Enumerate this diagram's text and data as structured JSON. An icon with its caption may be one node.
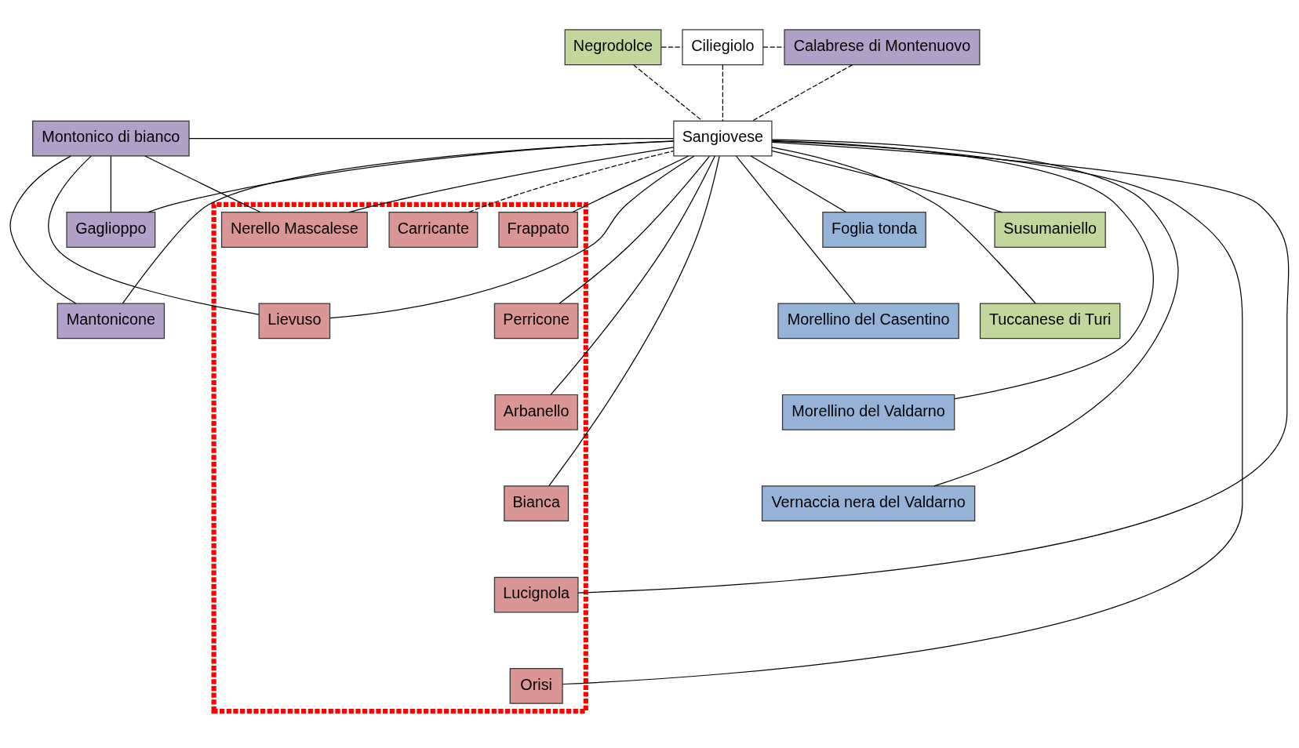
{
  "diagram": {
    "nodes": [
      {
        "text": [
          "Negrodolce"
        ]
      },
      {
        "text": [
          "Ciliegiolo"
        ]
      },
      {
        "text": [
          "Calabrese di Montenuovo"
        ]
      },
      {
        "text": [],
        "shape": "box"
      },
      {
        "text": [
          "Carricante"
        ],
        "in": 3
      },
      {
        "text": [
          "Montonico di bianco"
        ]
      },
      {
        "text": [
          "Sangiovese"
        ]
      },
      {
        "text": [
          "Gaglioppo"
        ]
      },
      {
        "text": [
          "Nerello Mascalese"
        ],
        "in": 3
      },
      {
        "text": [
          "Frappato"
        ],
        "in": 3
      },
      {
        "text": [
          "Susumaniello"
        ]
      },
      {
        "text": [
          "Foglia tonda"
        ]
      },
      {
        "text": [
          "Mantonicone"
        ]
      },
      {
        "text": [
          "Lievuso"
        ],
        "in": 3
      },
      {
        "text": [
          "Perricone"
        ],
        "in": 3
      },
      {
        "text": [
          "Tuccanese di Turi"
        ]
      },
      {
        "text": [
          "Morellino del Casentino"
        ]
      },
      {
        "text": [
          "Arbanello"
        ],
        "in": 3
      },
      {
        "text": [
          "Morellino del Valdarno"
        ]
      },
      {
        "text": [
          "Bianca"
        ],
        "in": 3
      },
      {
        "text": [
          "Vernaccia nera del Valdarno"
        ]
      },
      {
        "text": [
          "Lucignola"
        ],
        "in": 3
      },
      {
        "text": [
          "Orisi"
        ],
        "in": 3
      }
    ],
    "edges": [
      {
        "from": 0,
        "to": 1,
        "arrow": "none",
        "style": "dashed"
      },
      {
        "from": 1,
        "to": 2,
        "arrow": "none",
        "style": "dashed"
      },
      {
        "from": 0,
        "to": 6,
        "arrow": "none",
        "style": "dashed"
      },
      {
        "from": 1,
        "to": 6,
        "arrow": "none",
        "style": "dashed"
      },
      {
        "from": 2,
        "to": 6,
        "arrow": "none",
        "style": "dashed"
      },
      {
        "from": 4,
        "to": 6,
        "arrow": "none",
        "style": "dashed"
      },
      {
        "from": 5,
        "to": 6,
        "arrow": "none"
      },
      {
        "from": 5,
        "to": 7,
        "arrow": "none"
      },
      {
        "from": 5,
        "to": 12,
        "arrow": "none"
      },
      {
        "from": 5,
        "to": 8,
        "arrow": "none"
      },
      {
        "from": 5,
        "to": 13,
        "arrow": "none"
      },
      {
        "from": 6,
        "to": 7,
        "arrow": "none"
      },
      {
        "from": 6,
        "to": 12,
        "arrow": "none"
      },
      {
        "from": 6,
        "to": 8,
        "arrow": "none"
      },
      {
        "from": 6,
        "to": 13,
        "arrow": "none"
      },
      {
        "from": 6,
        "to": 9,
        "arrow": "none"
      },
      {
        "from": 6,
        "to": 14,
        "arrow": "none"
      },
      {
        "from": 6,
        "to": 17,
        "arrow": "none"
      },
      {
        "from": 6,
        "to": 19,
        "arrow": "none"
      },
      {
        "from": 6,
        "to": 21,
        "arrow": "none"
      },
      {
        "from": 6,
        "to": 22,
        "arrow": "none"
      },
      {
        "from": 6,
        "to": 10,
        "arrow": "none"
      },
      {
        "from": 6,
        "to": 15,
        "arrow": "none"
      },
      {
        "from": 6,
        "to": 11,
        "arrow": "none"
      },
      {
        "from": 6,
        "to": 16,
        "arrow": "none"
      },
      {
        "from": 6,
        "to": 18,
        "arrow": "none"
      },
      {
        "from": 6,
        "to": 20,
        "arrow": "none"
      }
    ]
  }
}
